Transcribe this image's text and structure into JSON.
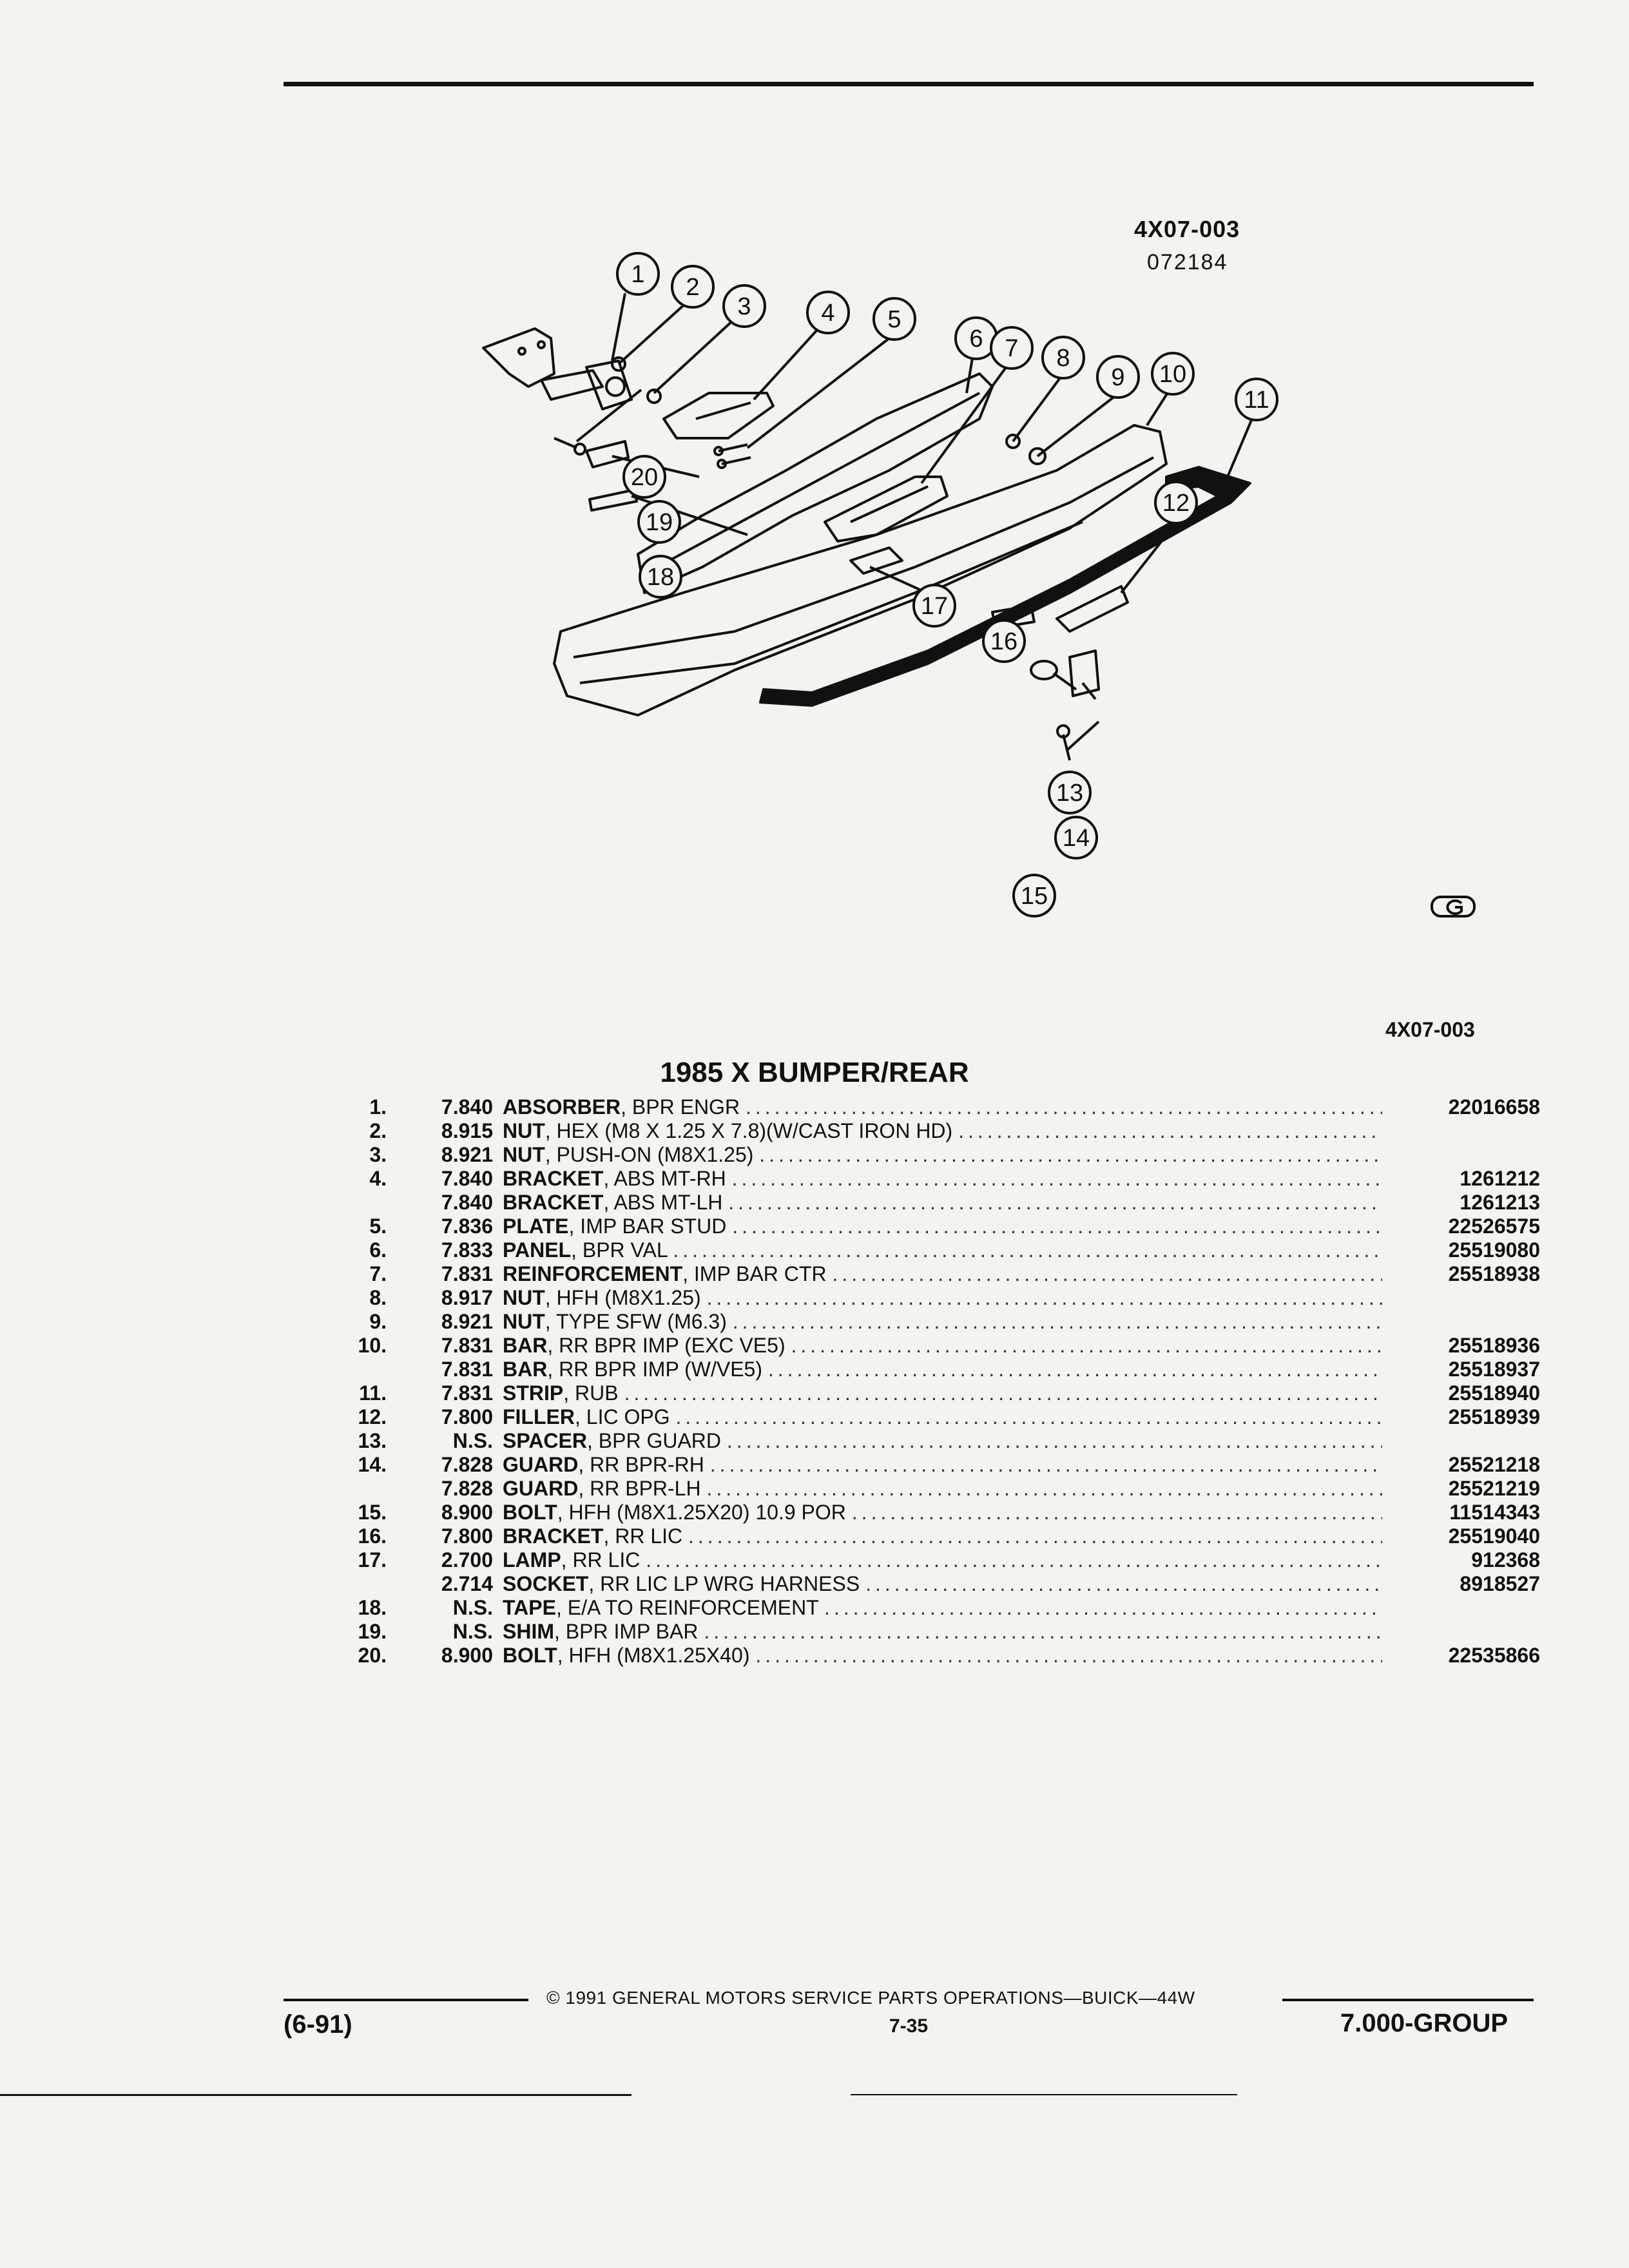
{
  "figure": {
    "id_bold": "4X07-003",
    "date_code": "072184",
    "id_small": "4X07-003",
    "callouts": [
      "1",
      "2",
      "3",
      "4",
      "5",
      "6",
      "7",
      "8",
      "9",
      "10",
      "11",
      "12",
      "13",
      "14",
      "15",
      "16",
      "17",
      "18",
      "19",
      "20"
    ]
  },
  "title": "1985 X BUMPER/REAR",
  "parts": [
    {
      "num": "1.",
      "group": "7.840",
      "name": "ABSORBER",
      "desc": ", BPR ENGR",
      "part": "22016658"
    },
    {
      "num": "2.",
      "group": "8.915",
      "name": "NUT",
      "desc": ", HEX (M8 X 1.25 X 7.8)(W/CAST IRON HD)",
      "part": ""
    },
    {
      "num": "3.",
      "group": "8.921",
      "name": "NUT",
      "desc": ", PUSH-ON (M8X1.25)",
      "part": ""
    },
    {
      "num": "4.",
      "group": "7.840",
      "name": "BRACKET",
      "desc": ", ABS MT-RH",
      "part": "1261212"
    },
    {
      "num": "",
      "group": "7.840",
      "name": "BRACKET",
      "desc": ", ABS MT-LH",
      "part": "1261213"
    },
    {
      "num": "5.",
      "group": "7.836",
      "name": "PLATE",
      "desc": ", IMP BAR STUD",
      "part": "22526575"
    },
    {
      "num": "6.",
      "group": "7.833",
      "name": "PANEL",
      "desc": ", BPR VAL",
      "part": "25519080"
    },
    {
      "num": "7.",
      "group": "7.831",
      "name": "REINFORCEMENT",
      "desc": ", IMP BAR CTR",
      "part": "25518938"
    },
    {
      "num": "8.",
      "group": "8.917",
      "name": "NUT",
      "desc": ", HFH (M8X1.25)",
      "part": ""
    },
    {
      "num": "9.",
      "group": "8.921",
      "name": "NUT",
      "desc": ", TYPE SFW (M6.3)",
      "part": ""
    },
    {
      "num": "10.",
      "group": "7.831",
      "name": "BAR",
      "desc": ", RR BPR IMP (EXC VE5)",
      "part": "25518936"
    },
    {
      "num": "",
      "group": "7.831",
      "name": "BAR",
      "desc": ", RR BPR IMP (W/VE5)",
      "part": "25518937"
    },
    {
      "num": "11.",
      "group": "7.831",
      "name": "STRIP",
      "desc": ", RUB",
      "part": "25518940"
    },
    {
      "num": "12.",
      "group": "7.800",
      "name": "FILLER",
      "desc": ", LIC OPG",
      "part": "25518939"
    },
    {
      "num": "13.",
      "group": "N.S.",
      "name": "SPACER",
      "desc": ", BPR GUARD",
      "part": ""
    },
    {
      "num": "14.",
      "group": "7.828",
      "name": "GUARD",
      "desc": ", RR BPR-RH",
      "part": "25521218"
    },
    {
      "num": "",
      "group": "7.828",
      "name": "GUARD",
      "desc": ", RR BPR-LH",
      "part": "25521219"
    },
    {
      "num": "15.",
      "group": "8.900",
      "name": "BOLT",
      "desc": ", HFH (M8X1.25X20) 10.9 POR",
      "part": "11514343"
    },
    {
      "num": "16.",
      "group": "7.800",
      "name": "BRACKET",
      "desc": ", RR LIC",
      "part": "25519040"
    },
    {
      "num": "17.",
      "group": "2.700",
      "name": "LAMP",
      "desc": ", RR LIC",
      "part": "912368"
    },
    {
      "num": "",
      "group": "2.714",
      "name": "SOCKET",
      "desc": ", RR LIC LP WRG HARNESS",
      "part": "8918527"
    },
    {
      "num": "18.",
      "group": "N.S.",
      "name": "TAPE",
      "desc": ", E/A TO REINFORCEMENT",
      "part": ""
    },
    {
      "num": "19.",
      "group": "N.S.",
      "name": "SHIM",
      "desc": ", BPR IMP BAR",
      "part": ""
    },
    {
      "num": "20.",
      "group": "8.900",
      "name": "BOLT",
      "desc": ", HFH (M8X1.25X40)",
      "part": "22535866"
    }
  ],
  "footer": {
    "copyright": "© 1991 GENERAL MOTORS SERVICE PARTS OPERATIONS—BUICK—44W",
    "revision": "(6-91)",
    "page": "7-35",
    "group": "7.000-GROUP"
  }
}
